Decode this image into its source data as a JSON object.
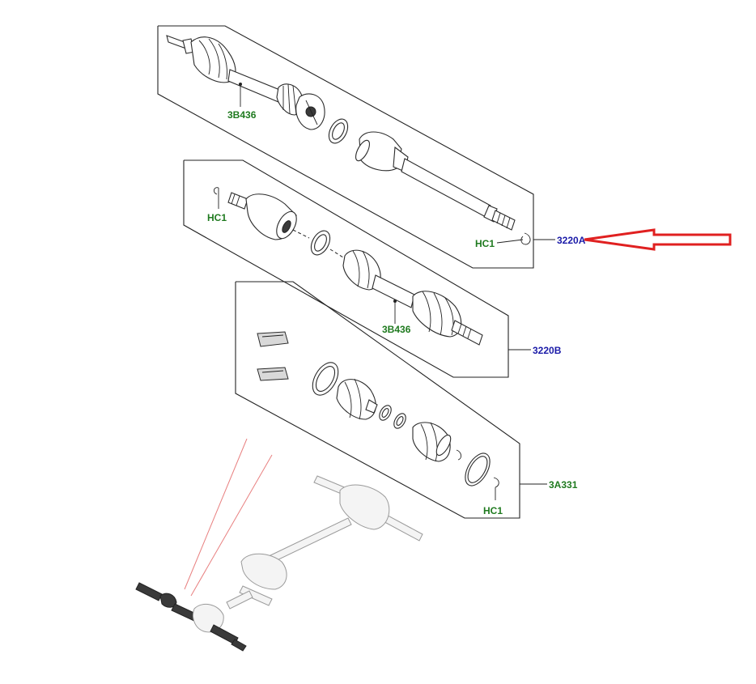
{
  "labels": {
    "assembly_a": "3220A",
    "assembly_b": "3220B",
    "kit": "3A331",
    "boot_a": "3B436",
    "boot_b": "3B436",
    "clip_a": "HC1",
    "clip_b1": "HC1",
    "clip_kit": "HC1"
  },
  "colors": {
    "reference_label": "#1a1aa8",
    "part_label": "#1f7a1f",
    "callout_arrow": "#e02020",
    "pointer_lines": "#e88080"
  }
}
